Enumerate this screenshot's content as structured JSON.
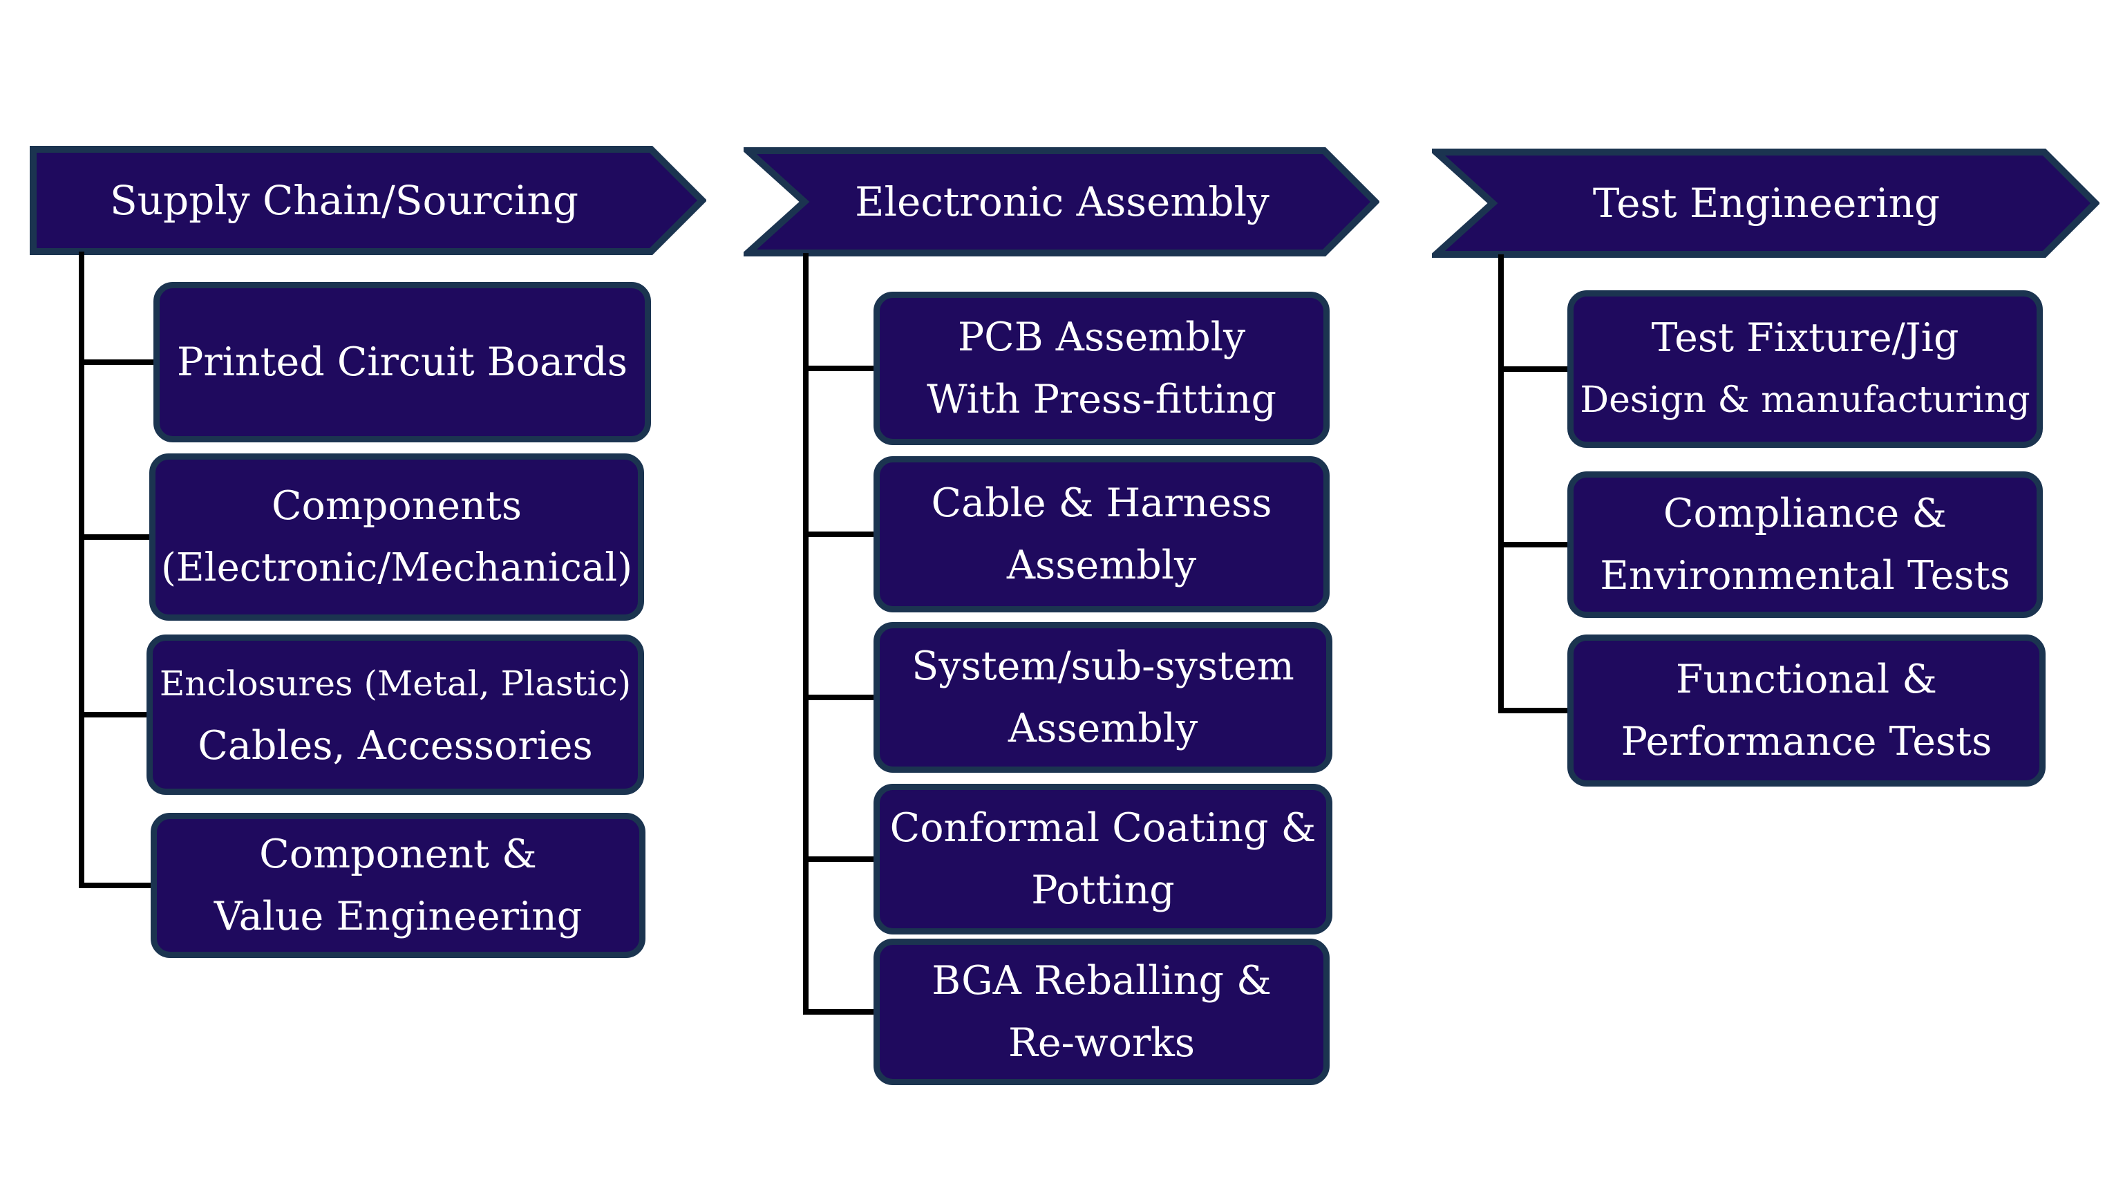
{
  "colors": {
    "fill": "#1f0a5e",
    "border": "#1b3450",
    "text": "#ffffff",
    "connector": "#000000"
  },
  "columns": [
    {
      "header": "Supply Chain/Sourcing",
      "items": [
        {
          "lines": [
            "Printed Circuit Boards"
          ]
        },
        {
          "lines": [
            "Components",
            "(Electronic/Mechanical)"
          ]
        },
        {
          "lines": [
            "Enclosures (Metal, Plastic)",
            "Cables, Accessories"
          ]
        },
        {
          "lines": [
            "Component &",
            "Value Engineering"
          ]
        }
      ]
    },
    {
      "header": "Electronic Assembly",
      "items": [
        {
          "lines": [
            "PCB Assembly",
            "With Press-fitting"
          ]
        },
        {
          "lines": [
            "Cable & Harness",
            "Assembly"
          ]
        },
        {
          "lines": [
            "System/sub-system",
            "Assembly"
          ]
        },
        {
          "lines": [
            "Conformal Coating &",
            "Potting"
          ]
        },
        {
          "lines": [
            "BGA Reballing &",
            "Re-works"
          ]
        }
      ]
    },
    {
      "header": "Test Engineering",
      "items": [
        {
          "lines": [
            "Test Fixture/Jig",
            "Design & manufacturing"
          ]
        },
        {
          "lines": [
            "Compliance  &",
            "Environmental Tests"
          ]
        },
        {
          "lines": [
            "Functional &",
            "Performance Tests"
          ]
        }
      ]
    }
  ]
}
